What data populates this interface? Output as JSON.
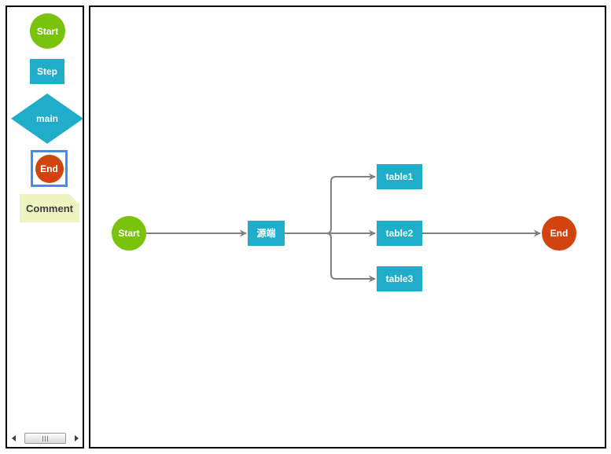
{
  "palette": {
    "items": [
      {
        "label": "Start",
        "shape": "circle",
        "color": "#79c30d",
        "selected": false
      },
      {
        "label": "Step",
        "shape": "rectangle",
        "color": "#1fadc9",
        "selected": false
      },
      {
        "label": "main",
        "shape": "diamond",
        "color": "#1fadc9",
        "selected": false
      },
      {
        "label": "End",
        "shape": "circle",
        "color": "#d2430f",
        "selected": true
      },
      {
        "label": "Comment",
        "shape": "note",
        "color": "#edf4c1",
        "selected": false
      }
    ],
    "selected_item": "End"
  },
  "canvas": {
    "nodes": [
      {
        "id": "start",
        "label": "Start",
        "shape": "circle",
        "color": "#79c30d"
      },
      {
        "id": "source",
        "label": "源端",
        "shape": "rectangle",
        "color": "#1fadc9"
      },
      {
        "id": "table1",
        "label": "table1",
        "shape": "rectangle",
        "color": "#1fadc9"
      },
      {
        "id": "table2",
        "label": "table2",
        "shape": "rectangle",
        "color": "#1fadc9"
      },
      {
        "id": "table3",
        "label": "table3",
        "shape": "rectangle",
        "color": "#1fadc9"
      },
      {
        "id": "end",
        "label": "End",
        "shape": "circle",
        "color": "#d2430f"
      }
    ],
    "edges": [
      {
        "from": "start",
        "to": "source"
      },
      {
        "from": "source",
        "to": "table1"
      },
      {
        "from": "source",
        "to": "table2"
      },
      {
        "from": "source",
        "to": "table3"
      },
      {
        "from": "table2",
        "to": "end"
      }
    ]
  },
  "icons": {
    "scroll_left": "left-triangle",
    "scroll_right": "right-triangle"
  },
  "colors": {
    "node_green": "#79c30d",
    "node_cyan": "#1fadc9",
    "node_red": "#d2430f",
    "comment_bg": "#edf4c1",
    "selection_border": "#3e8df4",
    "connector": "#808080",
    "panel_border": "#000000"
  }
}
